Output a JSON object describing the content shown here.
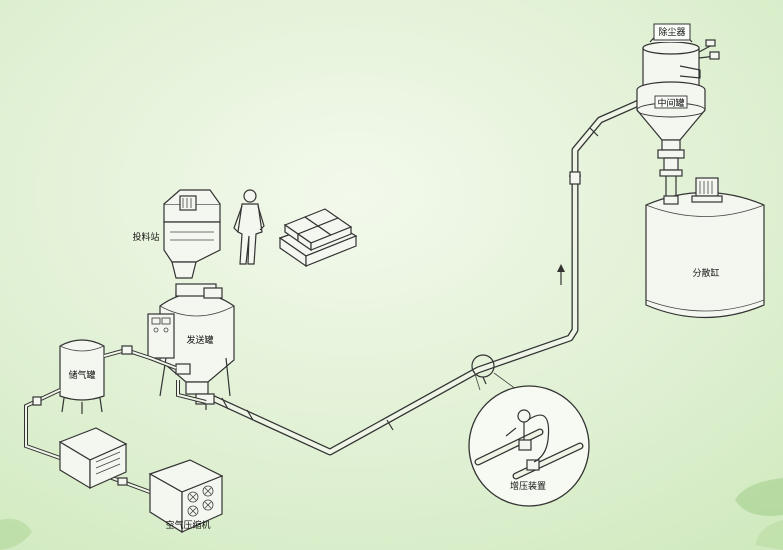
{
  "labels": {
    "dust_collector": "除尘器",
    "intermediate_tank": "中间罐",
    "dispersion_tank": "分散缸",
    "feed_station": "投料站",
    "transmitter_tank": "发送罐",
    "air_tank": "储气罐",
    "air_compressor": "空气压缩机",
    "booster_device": "增压装置"
  },
  "colors": {
    "background_light": "#f3f9ec",
    "background_green": "#cfe9bd",
    "line": "#333333",
    "equipment_fill": "#f4f7f0"
  }
}
